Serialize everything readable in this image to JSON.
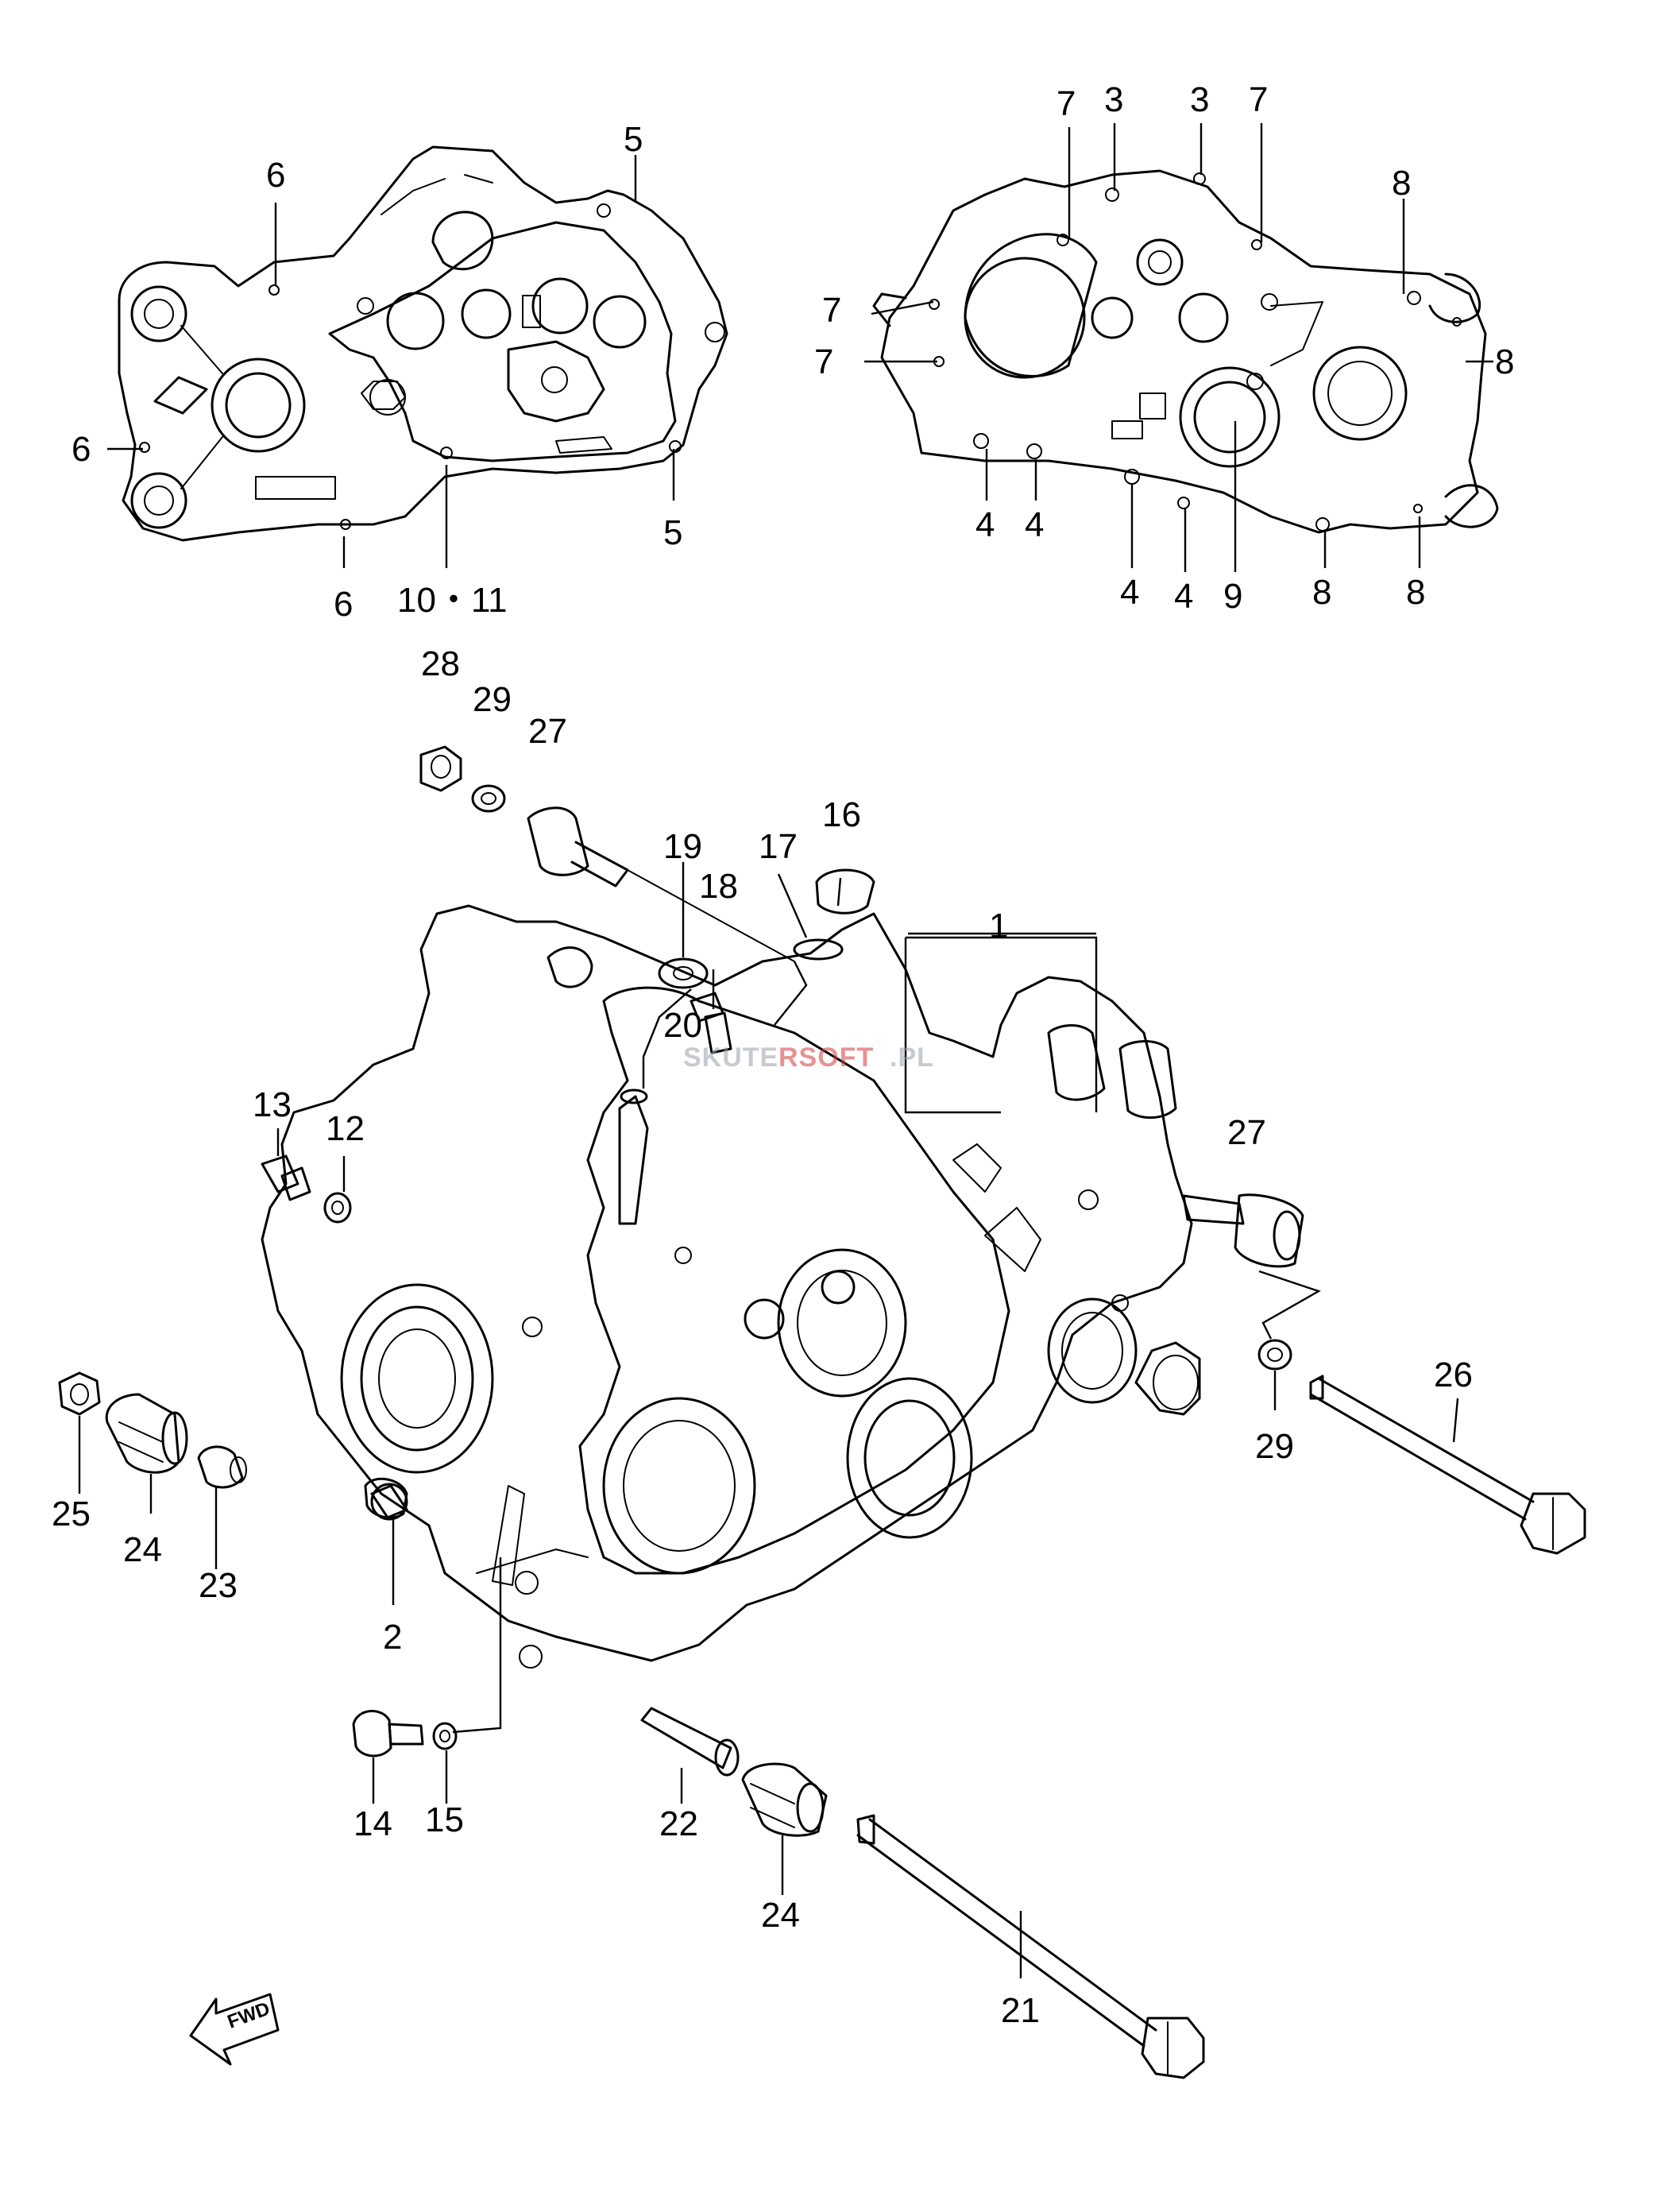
{
  "diagram": {
    "watermark": {
      "left": "SKUTE",
      "mid": "RSOFT",
      "right": ".PL"
    },
    "direction_mark": "FWD",
    "labels": {
      "p1": "1",
      "p2": "2",
      "p3a": "3",
      "p3b": "3",
      "p4a": "4",
      "p4b": "4",
      "p4c": "4",
      "p4d": "4",
      "p5a": "5",
      "p5b": "5",
      "p6a": "6",
      "p6b": "6",
      "p6c": "6",
      "p7a": "7",
      "p7b": "7",
      "p7c": "7",
      "p7d": "7",
      "p8a": "8",
      "p8b": "8",
      "p8c": "8",
      "p8d": "8",
      "p9": "9",
      "p10_11": "10・11",
      "p12": "12",
      "p13": "13",
      "p14": "14",
      "p15": "15",
      "p16": "16",
      "p17": "17",
      "p18": "18",
      "p19": "19",
      "p20": "20",
      "p21": "21",
      "p22": "22",
      "p23": "23",
      "p24a": "24",
      "p24b": "24",
      "p25": "25",
      "p26": "26",
      "p27a": "27",
      "p27b": "27",
      "p28": "28",
      "p29a": "29",
      "p29b": "29"
    }
  }
}
